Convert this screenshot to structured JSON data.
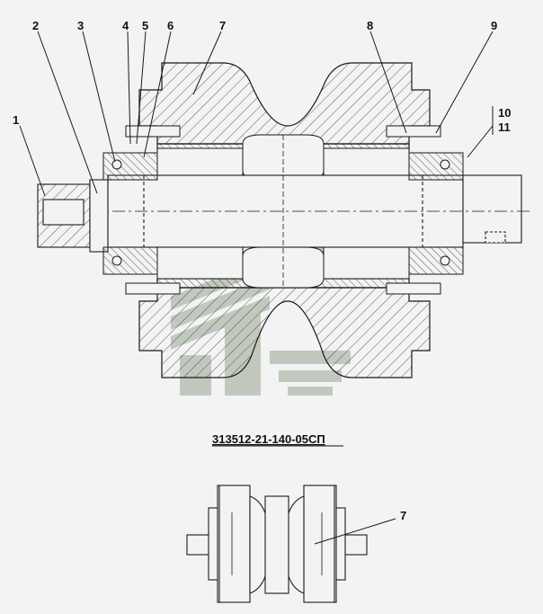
{
  "callouts": {
    "c1": "1",
    "c2": "2",
    "c3": "3",
    "c4": "4",
    "c5": "5",
    "c6": "6",
    "c7": "7",
    "c8": "8",
    "c9": "9",
    "c10": "10",
    "c11": "11",
    "c7_bottom": "7"
  },
  "assembly_code": "313512-21-140-05СП",
  "colors": {
    "line": "#1a1a1a",
    "background": "#f3f3f3",
    "watermark": "#9aa893"
  }
}
